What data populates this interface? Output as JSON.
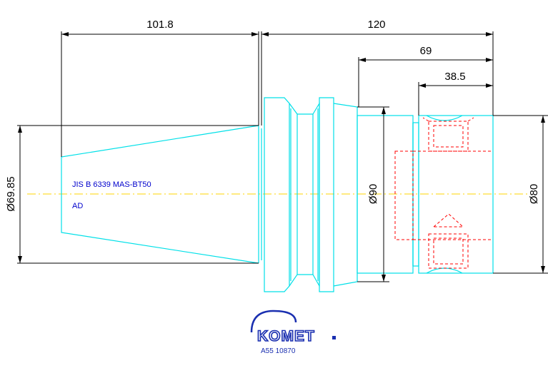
{
  "dimensions": {
    "d_101_8": "101.8",
    "d_120": "120",
    "d_69": "69",
    "d_38_5": "38.5",
    "d_dia_69_85": "Ø69.85",
    "d_dia_90": "Ø90",
    "d_dia_80": "Ø80"
  },
  "notes": {
    "standard": "JIS B 6339 MAS-BT50",
    "variant": "AD"
  },
  "brand": {
    "name": "KOMET",
    "part_number": "A55 10870"
  },
  "colors": {
    "outline": "#00e0e8",
    "hidden": "#ff0000",
    "axis": "#ffd400",
    "dimension": "#000000",
    "annotation": "#0000cc",
    "brand": "#1a2fb0"
  }
}
